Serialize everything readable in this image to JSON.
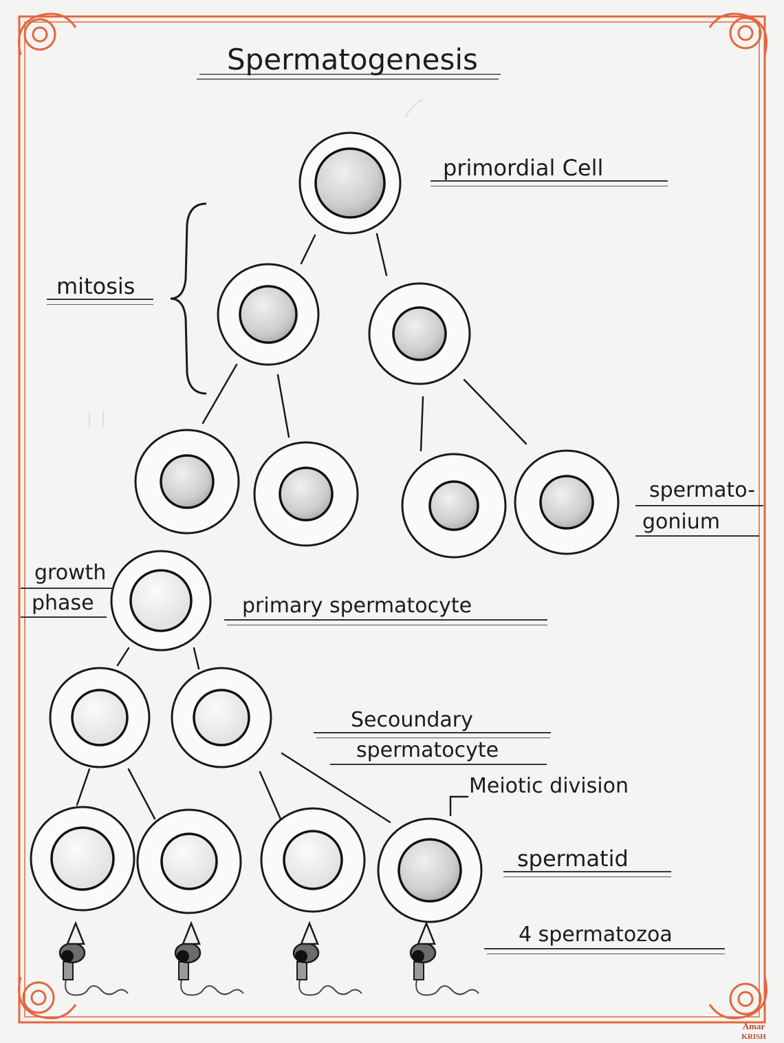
{
  "title": "Spermatogenesis",
  "labels": {
    "primordial_cell": "primordial Cell",
    "mitosis": "mitosis",
    "spermatogonium_line1": "spermato-",
    "spermatogonium_line2": "gonium",
    "growth_phase_line1": "growth",
    "growth_phase_line2": "phase",
    "primary_spermatocyte": "primary spermatocyte",
    "secondary_line1": "Secoundary",
    "secondary_line2": "spermatocyte",
    "meiotic_division": "Meiotic division",
    "spermatid": "spermatid",
    "spermatozoa": "4 spermatozoa"
  },
  "signature": "Amar KRISH",
  "colors": {
    "border": "#e2673f",
    "ink": "#1c1c1c",
    "paper": "#f4f4f2",
    "nucleus": "#cfcfcf"
  }
}
